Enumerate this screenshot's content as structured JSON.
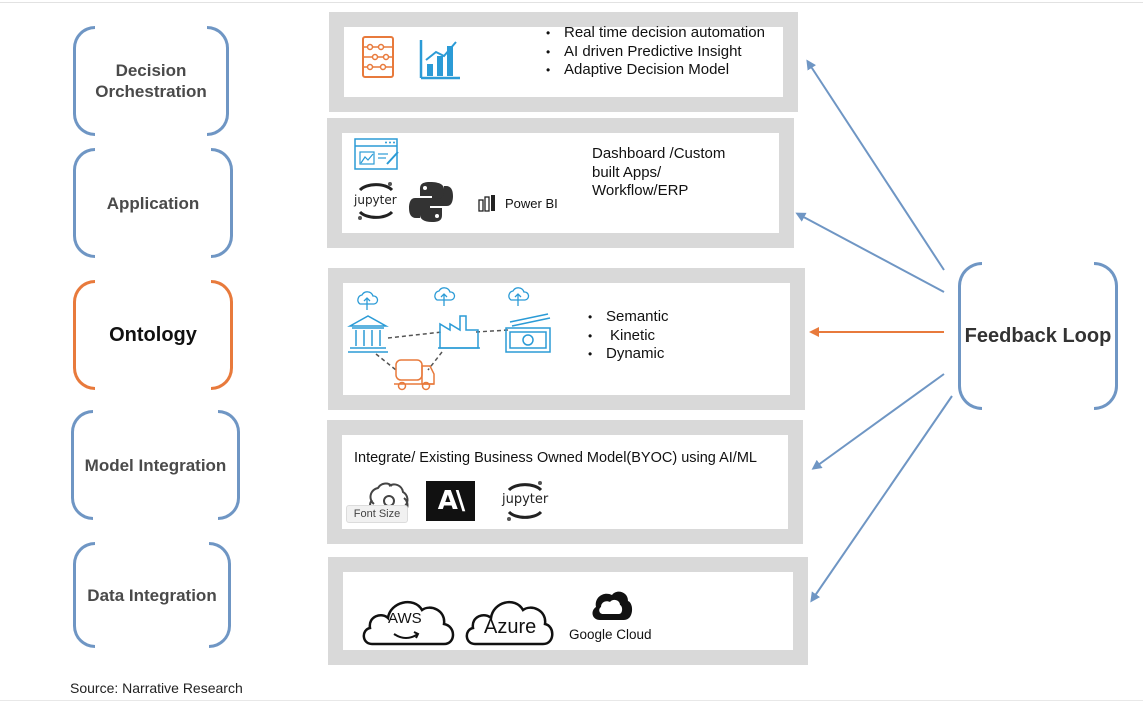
{
  "layers": [
    {
      "label_line1": "Decision",
      "label_line2": "Orchestration"
    },
    {
      "label": "Application"
    },
    {
      "label": "Ontology"
    },
    {
      "label": "Model Integration"
    },
    {
      "label": "Data Integration"
    }
  ],
  "decision_panel": {
    "bullets": [
      "Real time decision automation",
      "AI driven Predictive Insight",
      "Adaptive Decision Model"
    ],
    "icons": [
      "abacus-icon",
      "bar-chart-icon"
    ]
  },
  "application_panel": {
    "text_lines": [
      "Dashboard /Custom",
      "built Apps/",
      "Workflow/ERP"
    ],
    "powerbi": "Power BI",
    "jupyter": "jupyter",
    "icons": [
      "dashboard-window-icon",
      "jupyter-icon",
      "python-icon",
      "powerbi-icon"
    ]
  },
  "ontology_panel": {
    "bullets": [
      "Semantic",
      "Kinetic",
      "Dynamic"
    ],
    "icons": [
      "cloud-upload-icon",
      "bank-icon",
      "factory-icon",
      "money-icon",
      "truck-icon"
    ]
  },
  "model_panel": {
    "title": "Integrate/ Existing Business Owned Model(BYOC) using AI/ML",
    "anthropic": "A\\",
    "jupyter": "jupyter",
    "tooltip": "Font Size",
    "icons": [
      "openai-icon",
      "anthropic-icon",
      "jupyter-icon"
    ]
  },
  "data_panel": {
    "aws": "AWS",
    "azure": "Azure",
    "google": "Google Cloud",
    "icons": [
      "aws-cloud-icon",
      "azure-cloud-icon",
      "google-cloud-icon"
    ]
  },
  "feedback": {
    "label": "Feedback Loop"
  },
  "source": {
    "prefix": "Source:",
    "name": "Narrative Research"
  },
  "colors": {
    "blue": "#6f96c4",
    "orange": "#e87a3c",
    "panel_gray": "#d9d9d9",
    "icon_blue": "#2b9bd6"
  }
}
